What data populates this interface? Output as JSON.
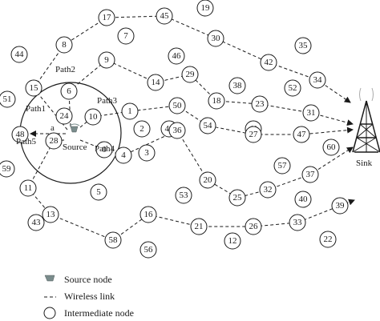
{
  "nodes": [
    {
      "id": "8"
    },
    {
      "id": "17"
    },
    {
      "id": "45"
    },
    {
      "id": "19"
    },
    {
      "id": "44"
    },
    {
      "id": "7"
    },
    {
      "id": "30"
    },
    {
      "id": "35"
    },
    {
      "id": "9"
    },
    {
      "id": "46"
    },
    {
      "id": "42"
    },
    {
      "id": "6"
    },
    {
      "id": "15"
    },
    {
      "id": "14"
    },
    {
      "id": "29"
    },
    {
      "id": "38"
    },
    {
      "id": "52"
    },
    {
      "id": "34"
    },
    {
      "id": "51"
    },
    {
      "id": "24"
    },
    {
      "id": "10"
    },
    {
      "id": "1"
    },
    {
      "id": "50"
    },
    {
      "id": "18"
    },
    {
      "id": "23"
    },
    {
      "id": "31"
    },
    {
      "id": "48"
    },
    {
      "id": "2"
    },
    {
      "id": "49"
    },
    {
      "id": "41"
    },
    {
      "id": "47"
    },
    {
      "id": "0"
    },
    {
      "id": "60"
    },
    {
      "id": "28"
    },
    {
      "id": "3"
    },
    {
      "id": "36"
    },
    {
      "id": "54"
    },
    {
      "id": "27"
    },
    {
      "id": "59"
    },
    {
      "id": "4"
    },
    {
      "id": "57"
    },
    {
      "id": "11"
    },
    {
      "id": "20"
    },
    {
      "id": "37"
    },
    {
      "id": "5"
    },
    {
      "id": "53"
    },
    {
      "id": "32"
    },
    {
      "id": "25"
    },
    {
      "id": "40"
    },
    {
      "id": "43"
    },
    {
      "id": "13"
    },
    {
      "id": "16"
    },
    {
      "id": "21"
    },
    {
      "id": "26"
    },
    {
      "id": "33"
    },
    {
      "id": "39"
    },
    {
      "id": "58"
    },
    {
      "id": "56"
    },
    {
      "id": "12"
    },
    {
      "id": "22"
    }
  ],
  "labels": {
    "path1": "Path1",
    "path2": "Path2",
    "path3": "Path3",
    "path4": "Path4",
    "path5": "Path5",
    "source": "Source",
    "sink": "Sink",
    "a": "a"
  },
  "legend": {
    "source_node": "Source node",
    "wireless_link": "Wireless link",
    "intermediate_node": "Intermediate node"
  }
}
